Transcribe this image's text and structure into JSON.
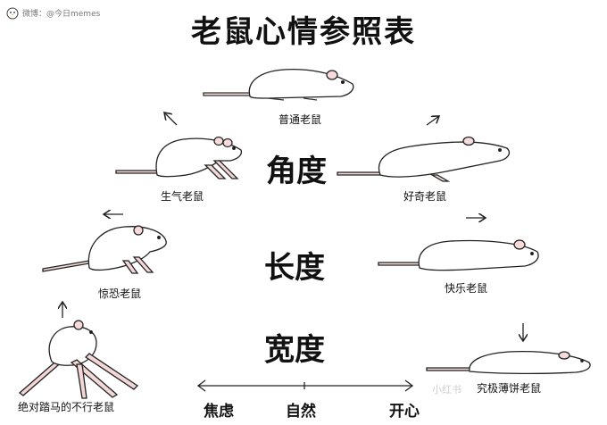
{
  "title": "老鼠心情参照表",
  "watermark": {
    "text": "微博：@今日memes"
  },
  "dimensions": {
    "angle": "角度",
    "length": "长度",
    "width": "宽度"
  },
  "mice": [
    {
      "id": "normal",
      "label": "普通老鼠"
    },
    {
      "id": "angry",
      "label": "生气老鼠"
    },
    {
      "id": "curious",
      "label": "好奇老鼠"
    },
    {
      "id": "scared",
      "label": "惊恐老鼠"
    },
    {
      "id": "happy",
      "label": "快乐老鼠"
    },
    {
      "id": "broken",
      "label": "绝对踏马的不行老鼠"
    },
    {
      "id": "pancake",
      "label": "究极薄饼老鼠"
    }
  ],
  "axis": {
    "left": "焦虑",
    "middle": "自然",
    "right": "开心"
  },
  "bottom_watermark": "小红书"
}
